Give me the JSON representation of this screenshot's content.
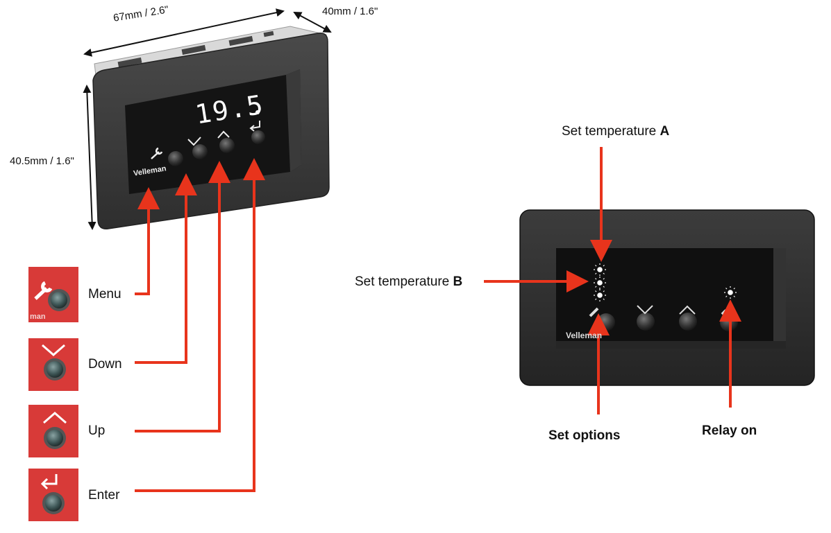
{
  "dimensions": {
    "width": "67mm / 2.6\"",
    "depth": "40mm / 1.6\"",
    "height": "40.5mm / 1.6\""
  },
  "display_reading": "19.5",
  "brand": "Velleman",
  "thumb_brand_fragment": "man",
  "buttons": [
    {
      "label": "Menu",
      "icon": "wrench-icon"
    },
    {
      "label": "Down",
      "icon": "chevron-down-icon"
    },
    {
      "label": "Up",
      "icon": "chevron-up-icon"
    },
    {
      "label": "Enter",
      "icon": "enter-return-icon"
    }
  ],
  "callouts": {
    "set_temp_a_prefix": "Set temperature ",
    "set_temp_a_letter": "A",
    "set_temp_b_prefix": "Set temperature ",
    "set_temp_b_letter": "B",
    "set_options": "Set options",
    "relay_on": "Relay on"
  },
  "colors": {
    "arrow": "#e8341c",
    "panel_dark": "#2b2b2b",
    "thumb_red": "#d83a38",
    "led_white": "#ffffff"
  }
}
